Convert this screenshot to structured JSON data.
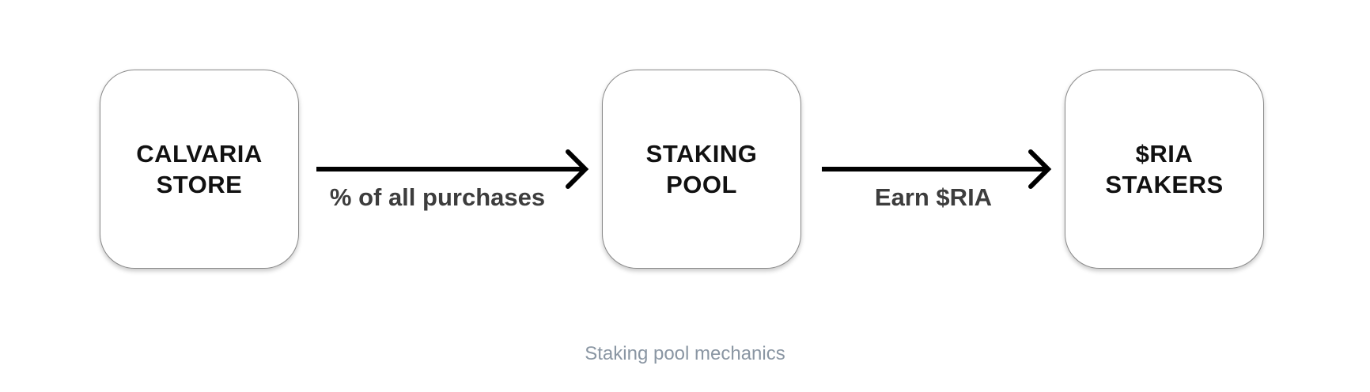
{
  "diagram": {
    "nodes": [
      {
        "id": "store",
        "line1": "CALVARIA",
        "line2": "STORE"
      },
      {
        "id": "pool",
        "line1": "STAKING",
        "line2": "POOL"
      },
      {
        "id": "stakers",
        "line1": "$RIA",
        "line2": "STAKERS"
      }
    ],
    "edges": [
      {
        "from": "store",
        "to": "pool",
        "label": "% of all purchases"
      },
      {
        "from": "pool",
        "to": "stakers",
        "label": "Earn $RIA"
      }
    ]
  },
  "caption": "Staking pool mechanics",
  "colors": {
    "node_border": "#8a8a8a",
    "node_text": "#111111",
    "arrow": "#000000",
    "edge_label": "#3d3d3d",
    "caption": "#8a96a3"
  }
}
